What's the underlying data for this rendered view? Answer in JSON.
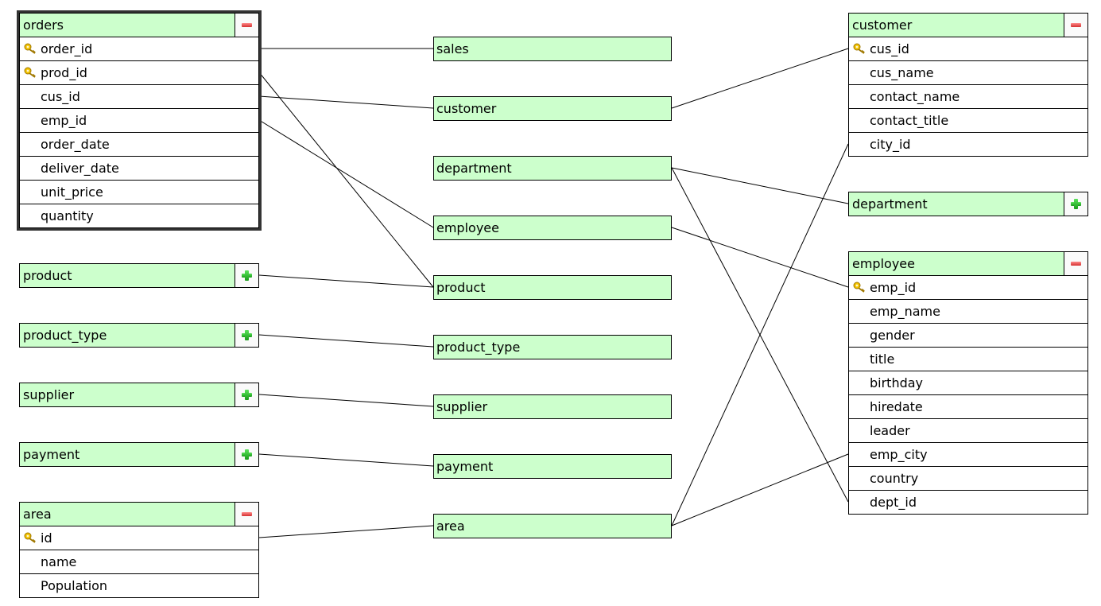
{
  "tables": {
    "orders": {
      "title": "orders",
      "toggle": "minus-icon",
      "selected": true,
      "fields": [
        {
          "label": "order_id",
          "key": true
        },
        {
          "label": "prod_id",
          "key": true
        },
        {
          "label": "cus_id",
          "key": false
        },
        {
          "label": "emp_id",
          "key": false
        },
        {
          "label": "order_date",
          "key": false
        },
        {
          "label": "deliver_date",
          "key": false
        },
        {
          "label": "unit_price",
          "key": false
        },
        {
          "label": "quantity",
          "key": false
        }
      ]
    },
    "product": {
      "title": "product",
      "toggle": "plus-icon",
      "fields": []
    },
    "product_type": {
      "title": "product_type",
      "toggle": "plus-icon",
      "fields": []
    },
    "supplier": {
      "title": "supplier",
      "toggle": "plus-icon",
      "fields": []
    },
    "payment": {
      "title": "payment",
      "toggle": "plus-icon",
      "fields": []
    },
    "area": {
      "title": "area",
      "toggle": "minus-icon",
      "fields": [
        {
          "label": "id",
          "key": true
        },
        {
          "label": "name",
          "key": false
        },
        {
          "label": "Population",
          "key": false
        }
      ]
    },
    "customer": {
      "title": "customer",
      "toggle": "minus-icon",
      "fields": [
        {
          "label": "cus_id",
          "key": true
        },
        {
          "label": "cus_name",
          "key": false
        },
        {
          "label": "contact_name",
          "key": false
        },
        {
          "label": "contact_title",
          "key": false
        },
        {
          "label": "city_id",
          "key": false
        }
      ]
    },
    "department": {
      "title": "department",
      "toggle": "plus-icon",
      "fields": []
    },
    "employee": {
      "title": "employee",
      "toggle": "minus-icon",
      "fields": [
        {
          "label": "emp_id",
          "key": true
        },
        {
          "label": "emp_name",
          "key": false
        },
        {
          "label": "gender",
          "key": false
        },
        {
          "label": "title",
          "key": false
        },
        {
          "label": "birthday",
          "key": false
        },
        {
          "label": "hiredate",
          "key": false
        },
        {
          "label": "leader",
          "key": false
        },
        {
          "label": "emp_city",
          "key": false
        },
        {
          "label": "country",
          "key": false
        },
        {
          "label": "dept_id",
          "key": false
        }
      ]
    }
  },
  "links": {
    "sales": {
      "label": "sales"
    },
    "customer": {
      "label": "customer"
    },
    "department": {
      "label": "department"
    },
    "employee": {
      "label": "employee"
    },
    "product": {
      "label": "product"
    },
    "product_type": {
      "label": "product_type"
    },
    "supplier": {
      "label": "supplier"
    },
    "payment": {
      "label": "payment"
    },
    "area": {
      "label": "area"
    }
  },
  "colors": {
    "header_fill": "#ccffcc",
    "border": "#000000",
    "connector": "#000000",
    "selected_frame": "#333333"
  }
}
